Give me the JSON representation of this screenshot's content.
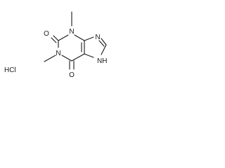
{
  "molecule": {
    "atoms": {
      "o2": "O",
      "n3": "N",
      "n9": "N",
      "n1": "N",
      "o6": "O",
      "nh7": "NH"
    },
    "salt": "HCl"
  }
}
